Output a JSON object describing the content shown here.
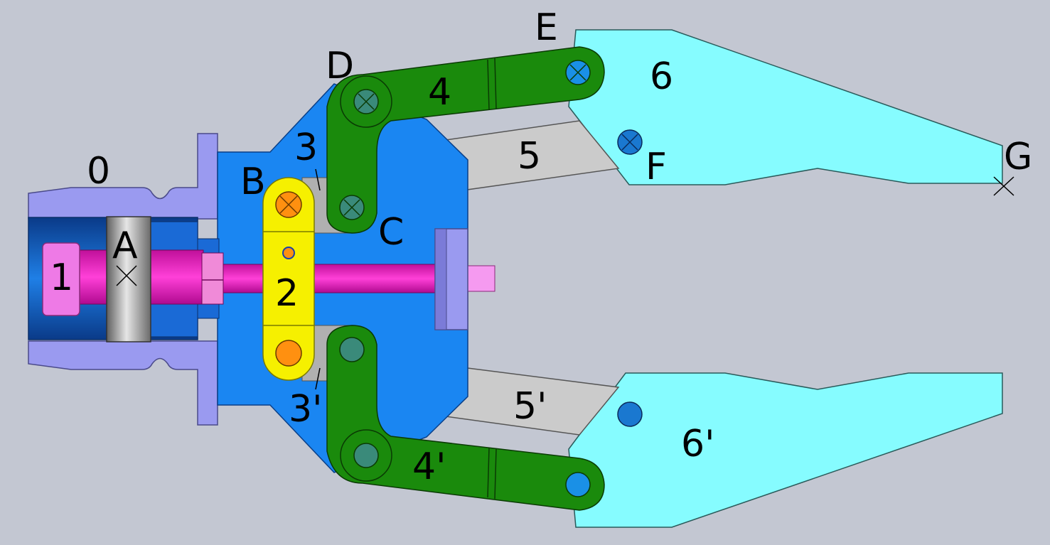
{
  "colors": {
    "background": "#c3c7d2",
    "frame_lilac": "#9a9af0",
    "body_blue": "#1a86f2",
    "rod_magenta": "#e020c8",
    "piston_pink": "#ee7ae6",
    "link_yellow": "#f6f000",
    "pin_orange": "#ff9010",
    "arm_green": "#1a8a0c",
    "jaw_cyan": "#86fcff",
    "link_gray": "#cbcbcb"
  },
  "labels": {
    "part_0": "0",
    "part_1": "1",
    "part_2": "2",
    "part_3": "3",
    "part_3p": "3'",
    "part_4": "4",
    "part_4p": "4'",
    "part_5": "5",
    "part_5p": "5'",
    "part_6": "6",
    "part_6p": "6'",
    "point_A": "A",
    "point_B": "B",
    "point_C": "C",
    "point_D": "D",
    "point_E": "E",
    "point_F": "F",
    "point_G": "G"
  }
}
